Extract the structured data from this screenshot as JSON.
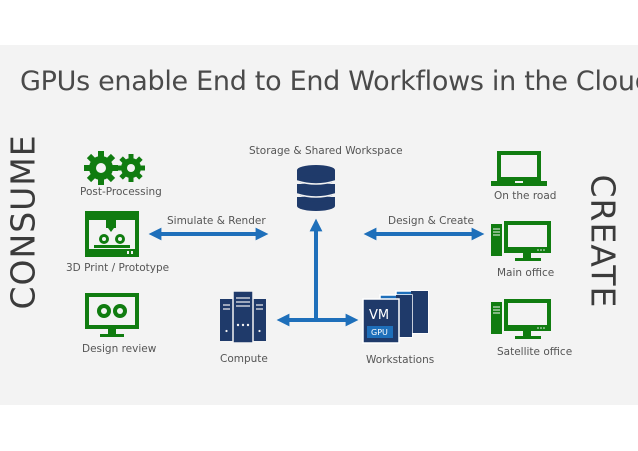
{
  "title": "GPUs enable End to End Workflows in the Cloud",
  "side_labels": {
    "left": "CONSUME",
    "right": "CREATE"
  },
  "nodes": {
    "post_processing": "Post-Processing",
    "print_prototype": "3D Print / Prototype",
    "design_review": "Design review",
    "storage": "Storage & Shared Workspace",
    "compute": "Compute",
    "workstations": "Workstations",
    "on_the_road": "On the road",
    "main_office": "Main office",
    "satellite_office": "Satellite office"
  },
  "edges": {
    "simulate_render": "Simulate & Render",
    "design_create": "Design & Create"
  },
  "workstation_badges": {
    "vm": "VM",
    "gpu": "GPU"
  },
  "colors": {
    "green": "#107c10",
    "blue": "#1e6fba",
    "navy": "#1f3a6a",
    "text": "#555555"
  }
}
